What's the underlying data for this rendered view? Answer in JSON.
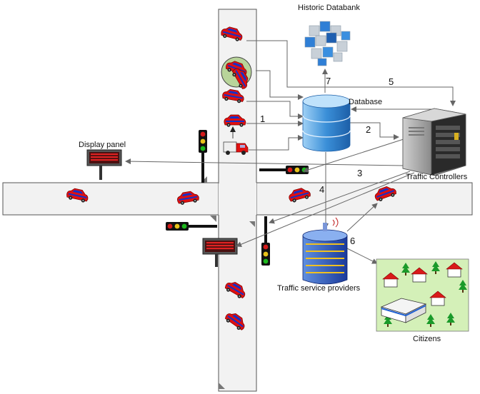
{
  "labels": {
    "historic_databank": "Historic Databank",
    "database": "Database",
    "display_panel": "Display panel",
    "traffic_controllers": "Traffic Controllers",
    "traffic_service_providers": "Traffic service providers",
    "citizens": "Citizens"
  },
  "steps": [
    "1",
    "2",
    "3",
    "4",
    "5",
    "6",
    "7"
  ],
  "colors": {
    "road_fill": "#f2f2f2",
    "road_stroke": "#555555",
    "car_red": "#e01010",
    "car_blue": "#1530c8",
    "arrow": "#666666",
    "database_blue": "#3a8fd8",
    "panel_led": "#cc2020",
    "grass": "#d4f0b8"
  },
  "icons": {
    "cars": "car-icon",
    "truck": "truck-icon",
    "traffic_light": "traffic-light-icon",
    "database": "database-cylinder-icon",
    "databank": "cube-cluster-icon",
    "controllers": "server-cabinet-icon",
    "providers": "office-building-icon",
    "citizens": "houses-map-icon",
    "display_panel": "led-display-panel-icon"
  }
}
